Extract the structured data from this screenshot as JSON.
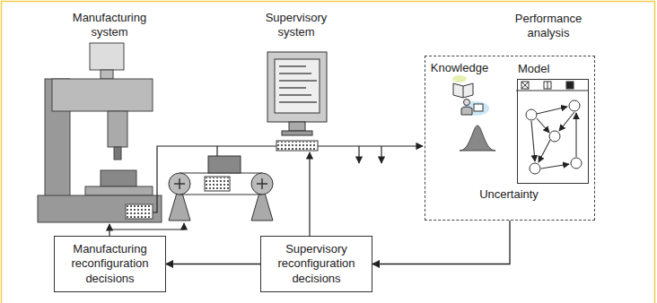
{
  "diagram": {
    "nodes": [
      {
        "text": [
          "Performance analysis",
          "Uncertainty"
        ]
      },
      {
        "text": [
          "Model"
        ],
        "in": 0
      },
      {
        "text": [
          "Manufacturing reconfiguration decisions"
        ]
      },
      {
        "text": [
          "Supervisory reconfiguration decisions"
        ]
      }
    ],
    "edges": [
      {
        "from": 0,
        "to": 3,
        "arrow": "to"
      },
      {
        "from": 3,
        "to": 2,
        "arrow": "to"
      }
    ],
    "labels": [
      "Manufacturing system",
      "Supervisory system",
      "Knowledge"
    ]
  }
}
